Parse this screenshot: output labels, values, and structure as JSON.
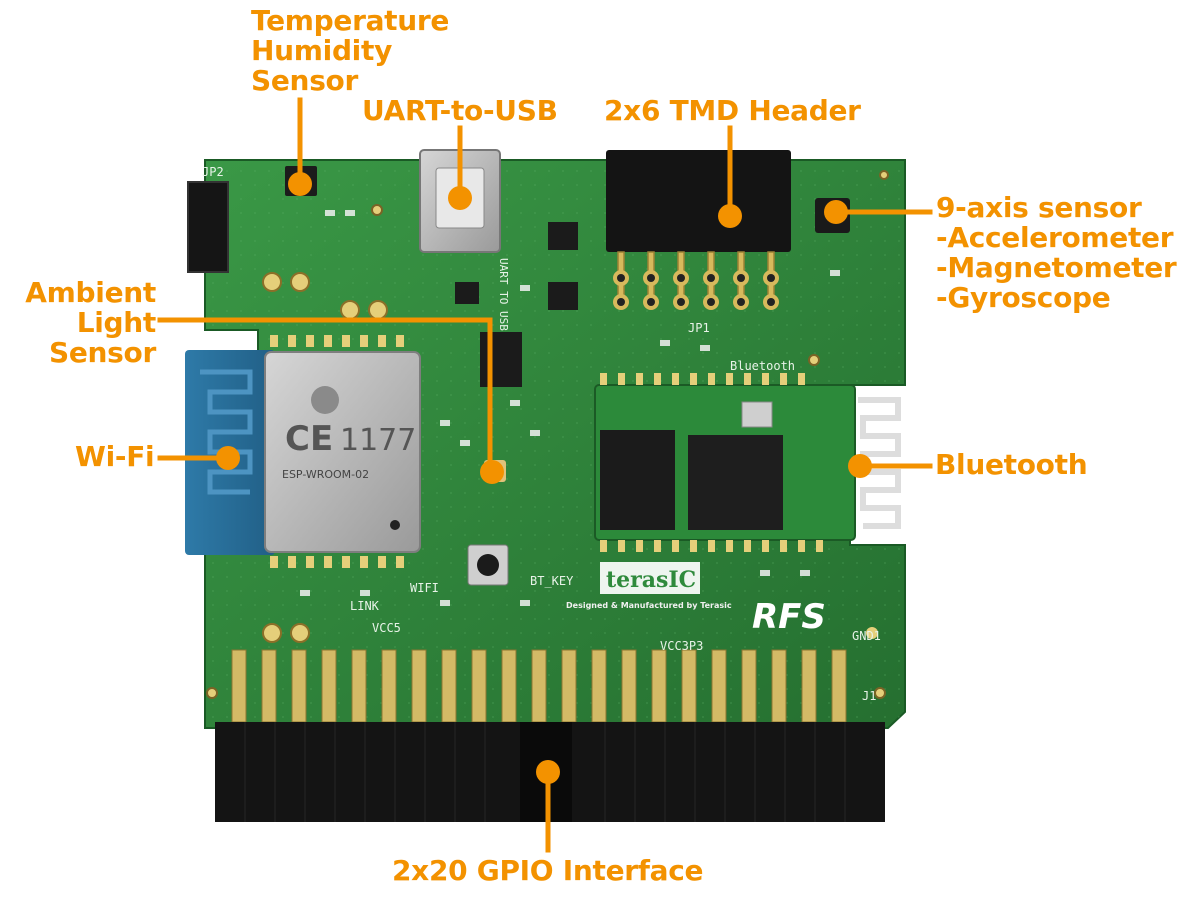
{
  "colors": {
    "accent": "#f39200",
    "pcb": "#2f8a3c",
    "pcb_dark": "#1f6e2e",
    "connector": "#141414",
    "gold": "#cfb45a",
    "module_metal": "#b8b8b8",
    "antenna_blue": "#2a6f9c"
  },
  "callouts": {
    "temp_humidity": [
      "Temperature",
      "Humidity",
      "Sensor"
    ],
    "uart_usb": "UART-to-USB",
    "tmd_header": "2x6 TMD Header",
    "nine_axis": [
      "9-axis sensor",
      "-Accelerometer",
      "-Magnetometer",
      "-Gyroscope"
    ],
    "ambient_light": [
      "Ambient",
      "Light",
      "Sensor"
    ],
    "wifi": "Wi-Fi",
    "bluetooth": "Bluetooth",
    "gpio": "2x20 GPIO Interface"
  },
  "board_silkscreen": {
    "brand": "terasIC",
    "brand_tagline": "Designed & Manufactured by Terasic",
    "board_name": "RFS",
    "wifi_module": "ESP-WROOM-02",
    "bt_label": "Bluetooth",
    "uart_label": "UART TO USB",
    "bt_key": "BT_KEY",
    "wifi_silk": "WIFI",
    "vcc5": "VCC5",
    "vcc3p3": "VCC3P3",
    "gnd": "GND1",
    "link": "LINK",
    "jp1": "JP1",
    "jp2": "JP2",
    "j1": "J1"
  }
}
